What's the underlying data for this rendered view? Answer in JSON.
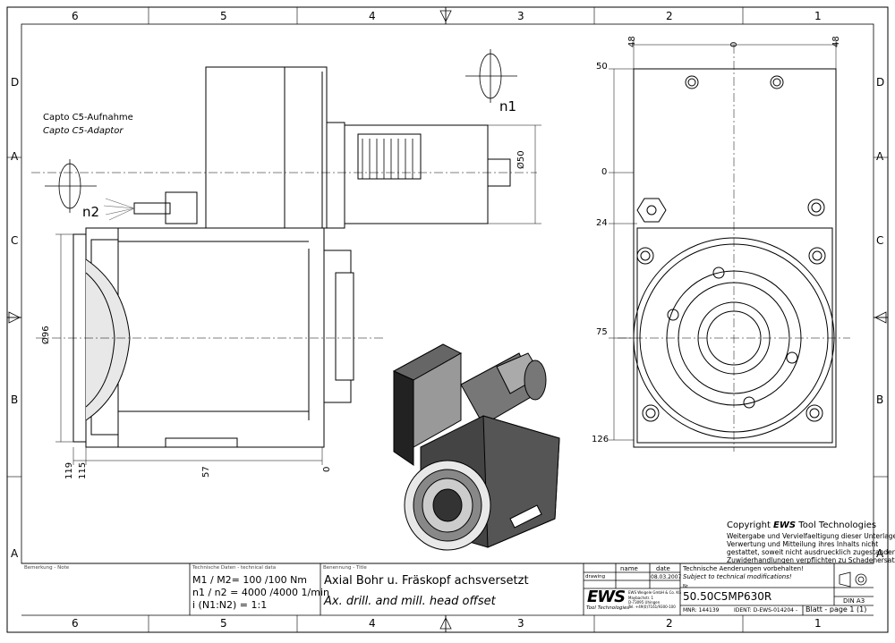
{
  "border": {
    "columns_top": [
      "6",
      "5",
      "4",
      "3",
      "2",
      "1"
    ],
    "columns_bottom": [
      "6",
      "5",
      "4",
      "3",
      "2",
      "1"
    ],
    "rows_left": [
      "D",
      "C",
      "B",
      "A"
    ],
    "rows_right": [
      "D",
      "C",
      "B",
      "A"
    ],
    "rows_right_bottom": "A"
  },
  "labels": {
    "adaptor_de": "Capto C5-Aufnahme",
    "adaptor_en": "Capto C5-Adaptor",
    "n1": "n1",
    "n2": "n2"
  },
  "dimensions": {
    "dia50": "Ø50",
    "dia96": "Ø96",
    "d119": "119",
    "d115": "115",
    "d57": "57",
    "d0_side": "0",
    "top48_left": "48",
    "top0": "0",
    "top48_right": "48",
    "v50": "50",
    "v0": "0",
    "v24": "24",
    "v75": "75",
    "v126": "126"
  },
  "copyright": {
    "prefix": "Copyright ",
    "brand": "EWS",
    "suffix": " Tool Technologies",
    "lines": [
      "Weitergabe und Vervielfaeltigung dieser Unterlage,",
      "Verwertung und Mitteilung ihres Inhalts nicht",
      "gestattet, soweit nicht ausdruecklich zugestanden.",
      "Zuwiderhandlungen verpflichten zu Schadenersatz."
    ]
  },
  "titleblock": {
    "remarks_label": "Bemerkung - Note",
    "techdata_label": "Technische Daten - technical data",
    "m_line": "M1 / M2= 100 /100 Nm",
    "n_line": "n1 / n2 = 4000 /4000  1/min",
    "i_line": "i  (N1:N2)  = 1:1",
    "title_label": "Benennung - Title",
    "title_de": "Axial Bohr u. Fräskopf achsversetzt",
    "title_en": "Ax. drill. and mill. head offset",
    "col_name": "name",
    "col_date": "date",
    "row_drawing": "drawing",
    "drawing_date": "08.03.2007",
    "logo": "EWS",
    "logo_sub": "Tool Technologies",
    "company_lines": [
      "EWS Weigele GmbH & Co. KG",
      "Maybachstr. 1",
      "D-73095 Uhingen",
      "Tel. +49(0)7161/9300-100"
    ],
    "changes_de": "Technische Aenderungen vorbehalten!",
    "changes_en": "Subject to technical modifications!",
    "nr_label": "Nr",
    "part_no": "50.50C5MP630R",
    "mnr": "MNR: 144139",
    "ident": "IDENT: D-EWS-014204 -",
    "sheet": "Blatt - page  1 (1)",
    "format": "DIN A3"
  }
}
